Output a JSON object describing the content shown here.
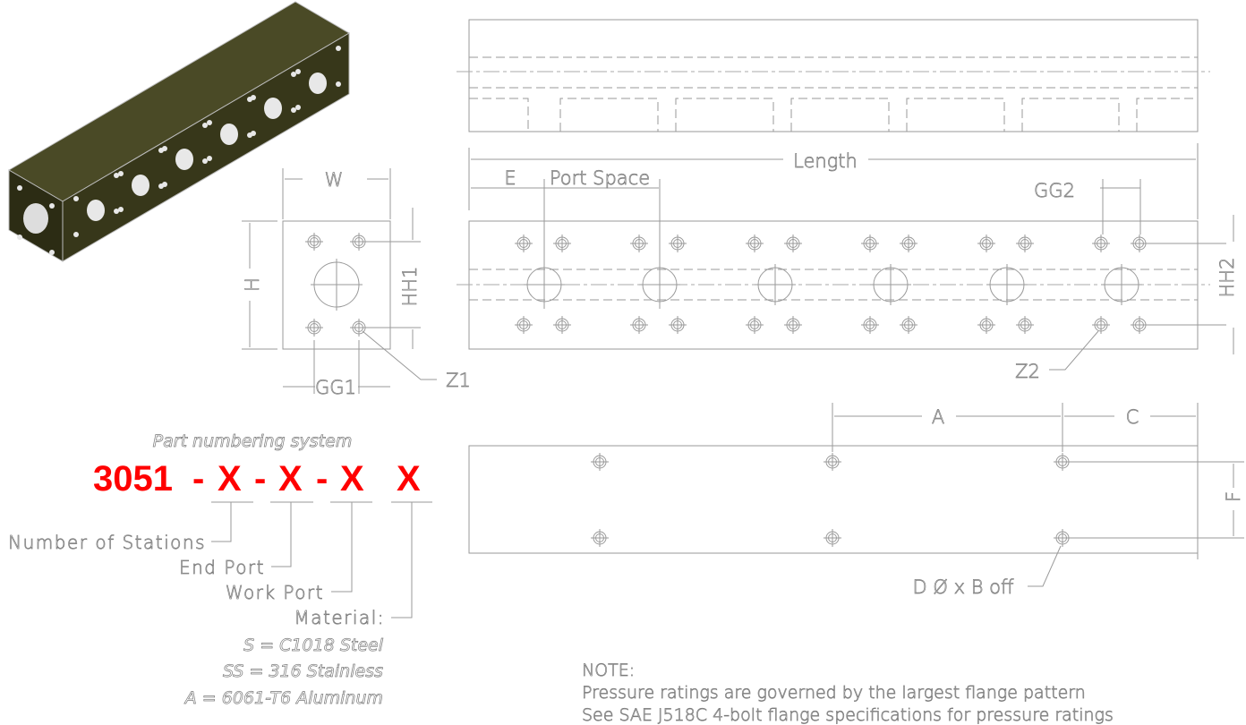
{
  "title": "Part numbering system",
  "part_number": {
    "base": "3051",
    "sep": "-",
    "x1": "X",
    "x2": "X",
    "x3": "X",
    "x4": "X"
  },
  "legend": {
    "stations": "Number of Stations",
    "end_port": "End Port",
    "work_port": "Work Port",
    "material": "Material:",
    "materials": [
      "S = C1018 Steel",
      "SS = 316 Stainless",
      "A = 6061-T6 Aluminum"
    ]
  },
  "dimensions": {
    "w": "W",
    "h": "H",
    "hh1": "HH1",
    "gg1": "GG1",
    "z1": "Z1",
    "length": "Length",
    "e": "E",
    "port_space": "Port Space",
    "gg2": "GG2",
    "hh2": "HH2",
    "z2": "Z2",
    "a": "A",
    "c": "C",
    "f": "F",
    "d": "D  Ø  x B off"
  },
  "note": {
    "heading": "NOTE:",
    "lines": [
      "Pressure ratings are governed by the largest flange pattern",
      "See SAE J518C 4-bolt flange specifications for pressure ratings"
    ]
  },
  "colors": {
    "block": "#3a3a1c",
    "part_number": "#ff0000"
  }
}
